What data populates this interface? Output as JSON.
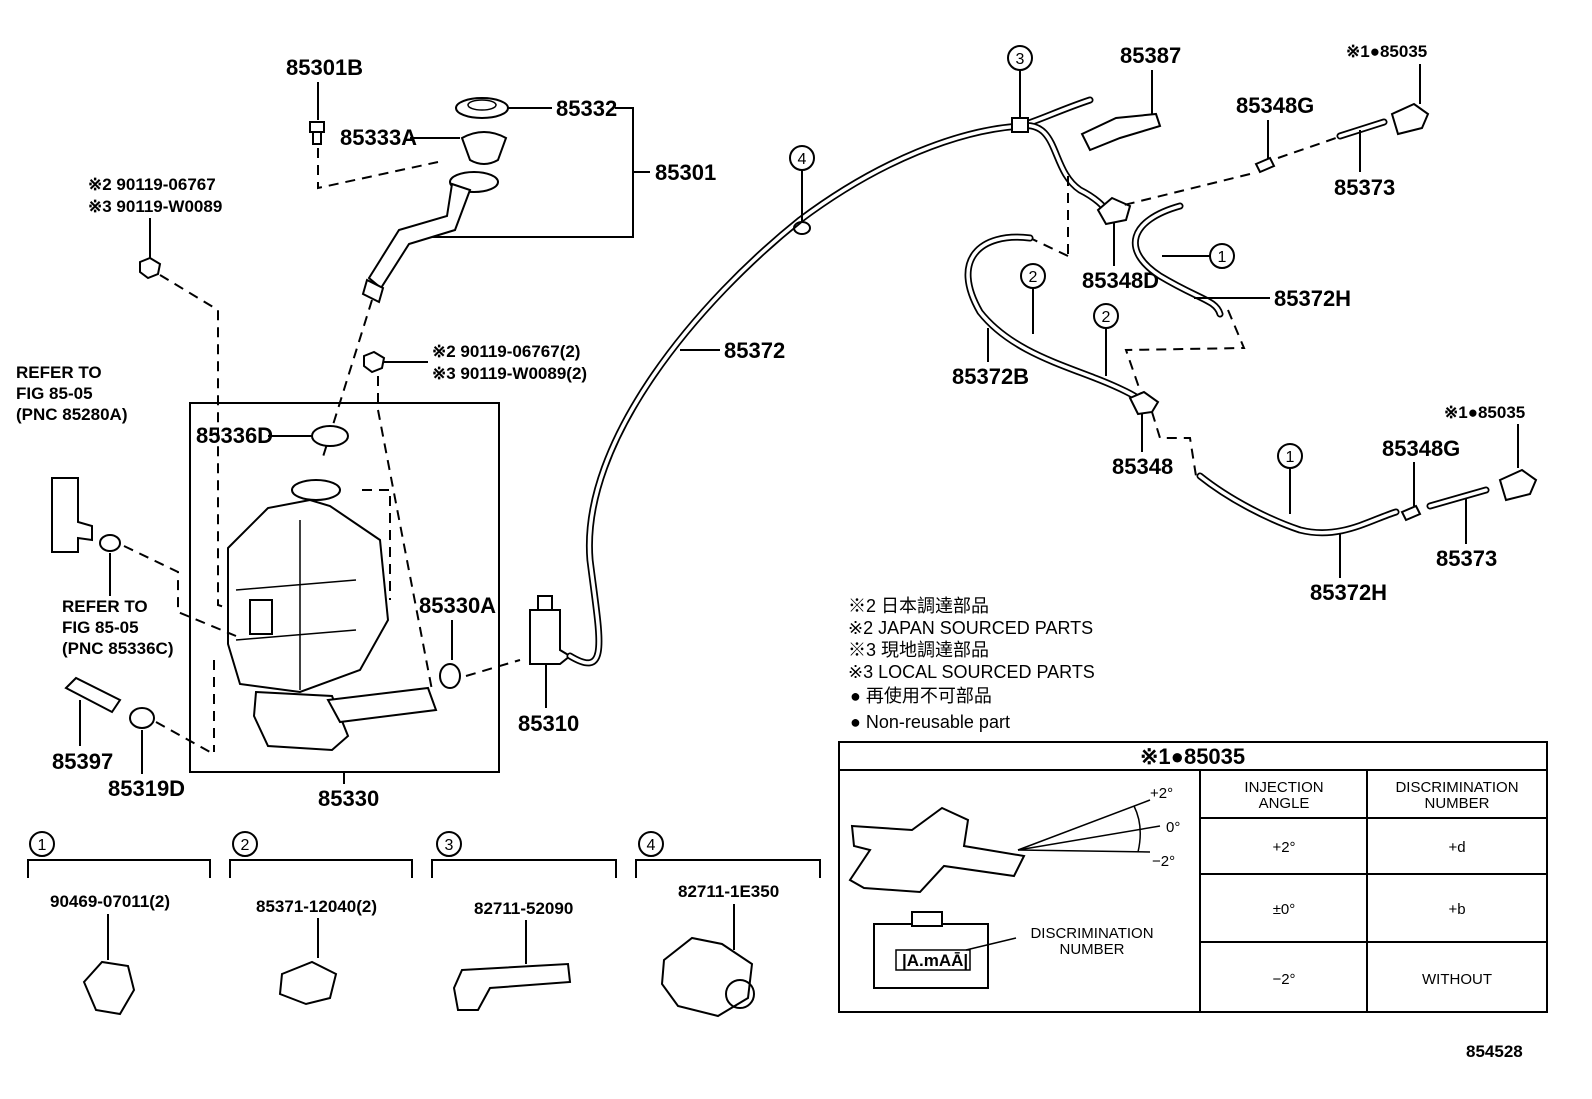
{
  "parts": {
    "p85301B": "85301B",
    "p85332": "85332",
    "p85333A": "85333A",
    "p85301": "85301",
    "bolt_a_line1": "※2 90119-06767",
    "bolt_a_line2": "※3 90119-W0089",
    "bolt_b_line1": "※2 90119-06767(2)",
    "bolt_b_line2": "※3 90119-W0089(2)",
    "p85336D": "85336D",
    "p85330A": "85330A",
    "p85330": "85330",
    "p85310": "85310",
    "p85397": "85397",
    "p85319D": "85319D",
    "p85372": "85372",
    "p85387": "85387",
    "p85348D": "85348D",
    "p85348G_top": "85348G",
    "p85373_top": "85373",
    "p85372H_top": "85372H",
    "p85035_top": "※1●85035",
    "p85372B": "85372B",
    "p85348": "85348",
    "p85035_mid": "※1●85035",
    "p85348G_mid": "85348G",
    "p85373_mid": "85373",
    "p85372H_mid": "85372H"
  },
  "refer_a": [
    "REFER TO",
    "FIG 85-05",
    "(PNC 85280A)"
  ],
  "refer_b": [
    "REFER TO",
    "FIG 85-05",
    "(PNC 85336C)"
  ],
  "clip_callouts": [
    "1",
    "2",
    "3",
    "4"
  ],
  "clips": [
    {
      "num": "1",
      "pn": "90469-07011(2)"
    },
    {
      "num": "2",
      "pn": "85371-12040(2)"
    },
    {
      "num": "3",
      "pn": "82711-52090"
    },
    {
      "num": "4",
      "pn": "82711-1E350"
    }
  ],
  "notes": [
    "※2 日本調達部品",
    "※2 JAPAN SOURCED PARTS",
    "※3 現地調達部品",
    "※3 LOCAL SOURCED PARTS",
    "● 再使用不可部品",
    "● Non-reusable part"
  ],
  "table": {
    "title": "※1●85035",
    "col1": [
      "INJECTION",
      "ANGLE"
    ],
    "col2": [
      "DISCRIMINATION",
      "NUMBER"
    ],
    "rows": [
      {
        "angle": "+2°",
        "number": "+d"
      },
      {
        "angle": "±0°",
        "number": "+b"
      },
      {
        "angle": "−2°",
        "number": "WITHOUT"
      }
    ],
    "angle_labels": [
      "+2°",
      "0°",
      "−2°"
    ],
    "disc_label": [
      "DISCRIMINATION",
      "NUMBER"
    ],
    "stamp": "|A.mAĀ|"
  },
  "figure_number": "854528"
}
